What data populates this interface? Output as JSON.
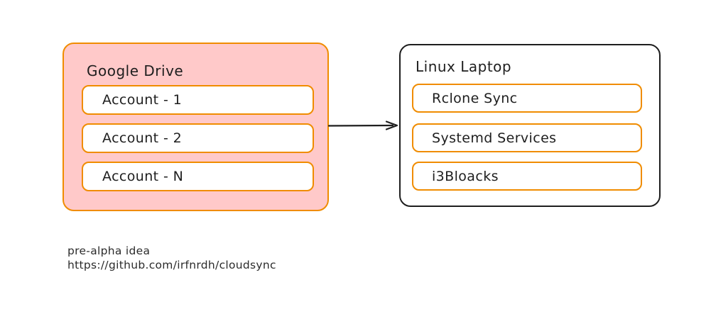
{
  "diagram": {
    "google_drive": {
      "title": "Google Drive",
      "items": [
        {
          "label": "Account - 1"
        },
        {
          "label": "Account - 2"
        },
        {
          "label": "Account - N"
        }
      ]
    },
    "linux_laptop": {
      "title": "Linux Laptop",
      "items": [
        {
          "label": "Rclone Sync"
        },
        {
          "label": "Systemd Services"
        },
        {
          "label": "i3Bloacks"
        }
      ]
    },
    "connector": {
      "from": "Google Drive",
      "to": "Linux Laptop",
      "direction": "right"
    },
    "footer": {
      "line1": "pre-alpha idea",
      "line2": "https://github.com/irfnrdh/cloudsync"
    },
    "colors": {
      "pink_fill": "#ffc9c9",
      "orange_stroke": "#f08c00",
      "dark_stroke": "#1e1e1e",
      "text": "#1e1e1e"
    }
  }
}
